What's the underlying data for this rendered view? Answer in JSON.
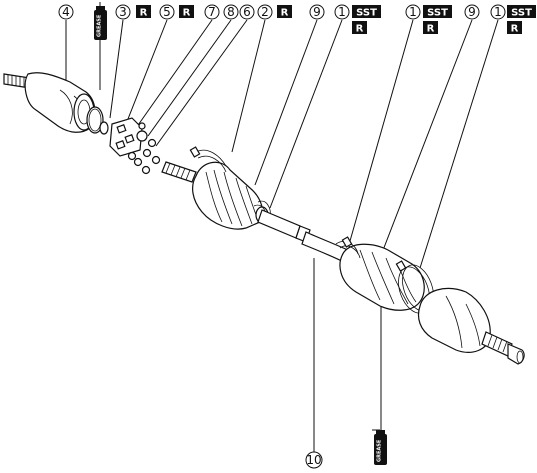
{
  "callouts": [
    {
      "id": "c4a",
      "number": "4"
    },
    {
      "id": "c3",
      "number": "3"
    },
    {
      "id": "c5",
      "number": "5"
    },
    {
      "id": "c7",
      "number": "7"
    },
    {
      "id": "c8",
      "number": "8"
    },
    {
      "id": "c6",
      "number": "6"
    },
    {
      "id": "c2",
      "number": "2"
    },
    {
      "id": "c9a",
      "number": "9"
    },
    {
      "id": "c1a",
      "number": "1"
    },
    {
      "id": "c1b",
      "number": "1"
    },
    {
      "id": "c9b",
      "number": "9"
    },
    {
      "id": "c1c",
      "number": "1"
    },
    {
      "id": "c10",
      "number": "10"
    }
  ],
  "badges": {
    "r": "R",
    "sst": "SST"
  },
  "grease_tubes": [
    {
      "label": "GREASE"
    },
    {
      "label": "GREASE"
    }
  ]
}
